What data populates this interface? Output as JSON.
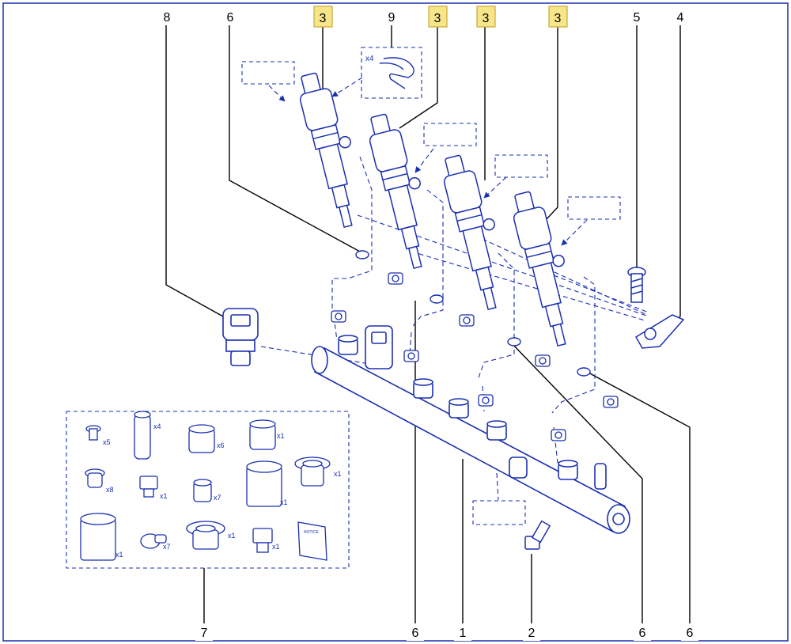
{
  "callouts": {
    "top": [
      "8",
      "6",
      "3",
      "9",
      "3",
      "3",
      "3",
      "5",
      "4"
    ],
    "bottom": [
      "7",
      "6",
      "1",
      "2",
      "6",
      "6"
    ]
  },
  "kit_quantities": [
    "x5",
    "x4",
    "x6",
    "x1",
    "x8",
    "x1",
    "x7",
    "x1",
    "x1",
    "x1",
    "x7",
    "x1",
    "x1"
  ],
  "clip_quantity": "x4",
  "notice_label": "NOTICE",
  "colors": {
    "line": "#1a2fb0",
    "highlight_fill": "#f7e58a",
    "highlight_border": "#c8a93a"
  }
}
